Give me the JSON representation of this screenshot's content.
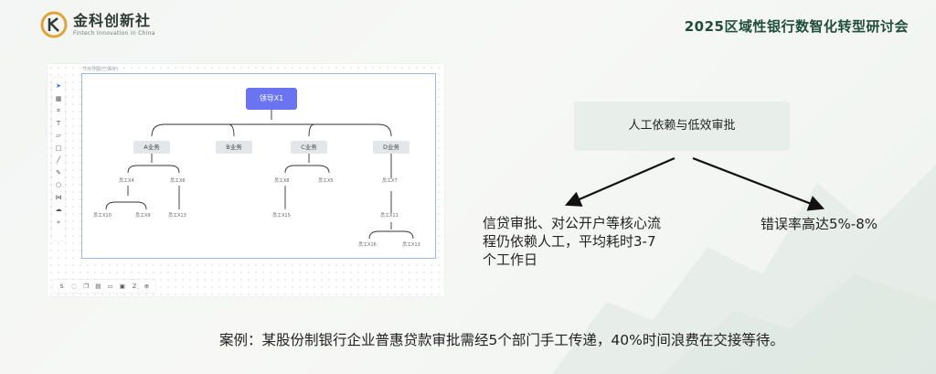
{
  "header": {
    "logo_cn": "金科创新社",
    "logo_en": "Fintech Innovation in China",
    "conference_title": "2025区域性银行数智化转型研讨会"
  },
  "panel": {
    "caption": "节点导图(已保存)",
    "tools_vertical": [
      "pointer-icon",
      "frame-icon",
      "crop-icon",
      "text-icon",
      "note-icon",
      "rect-icon",
      "line-icon",
      "pen-icon",
      "circle-icon",
      "connector-icon",
      "link-icon",
      "more-icon"
    ],
    "tools_horizontal": [
      "S",
      "comment-icon",
      "copy-icon",
      "chart-icon",
      "doc-icon",
      "image-icon",
      "Z",
      "zoom-icon"
    ],
    "org": {
      "root": "领导X1",
      "businesses": [
        "A业务",
        "B业务",
        "C业务",
        "D业务"
      ],
      "level2": [
        "员工X4",
        "员工X6",
        "员工X8",
        "员工X5",
        "员工X7"
      ],
      "level3": [
        "员工X10",
        "员工X9",
        "员工X13",
        "员工X15",
        "员工X11"
      ],
      "level4": [
        "员工X16",
        "员工X13"
      ]
    }
  },
  "summary": {
    "title": "人工依赖与低效审批",
    "left_point": "信贷审批、对公开户等核心流程仍依赖人工，平均耗时3-7个工作日",
    "right_point": "错误率高达5%-8%"
  },
  "case": "案例：某股份制银行企业普惠贷款审批需经5个部门手工传递，40%时间浪费在交接等待。",
  "colors": {
    "root_node": "#6b74f0",
    "business_node": "#e4e7ea",
    "summary_box": "#e8eeea",
    "title_green": "#1f4d3a",
    "logo_gold": "#e0a53a"
  }
}
